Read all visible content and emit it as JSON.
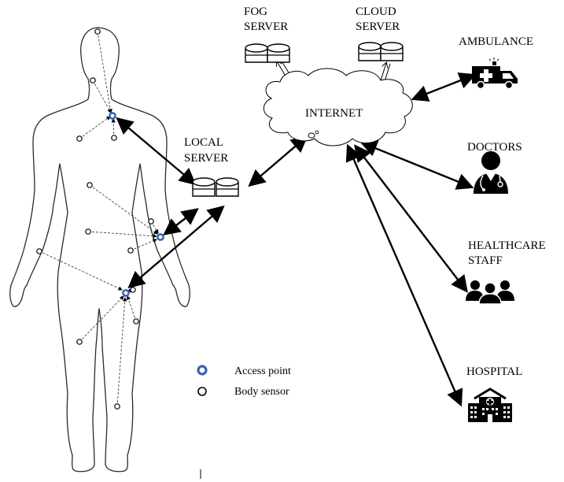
{
  "labels": {
    "fog_server": [
      "FOG",
      "SERVER"
    ],
    "cloud_server": [
      "CLOUD",
      "SERVER"
    ],
    "local_server": [
      "LOCAL",
      "SERVER"
    ],
    "internet": "INTERNET",
    "ambulance": "AMBULANCE",
    "doctors": "DOCTORS",
    "healthcare_staff": [
      "HEALTHCARE",
      "STAFF"
    ],
    "hospital": "HOSPITAL"
  },
  "legend": {
    "access_point": "Access point",
    "body_sensor": "Body sensor"
  },
  "colors": {
    "access_point": "#3b63b8",
    "line": "#000000",
    "body_outline": "#2b2b2b"
  },
  "icons": [
    "ambulance-icon",
    "doctor-icon",
    "staff-group-icon",
    "hospital-icon",
    "database-icon",
    "cloud-icon"
  ]
}
